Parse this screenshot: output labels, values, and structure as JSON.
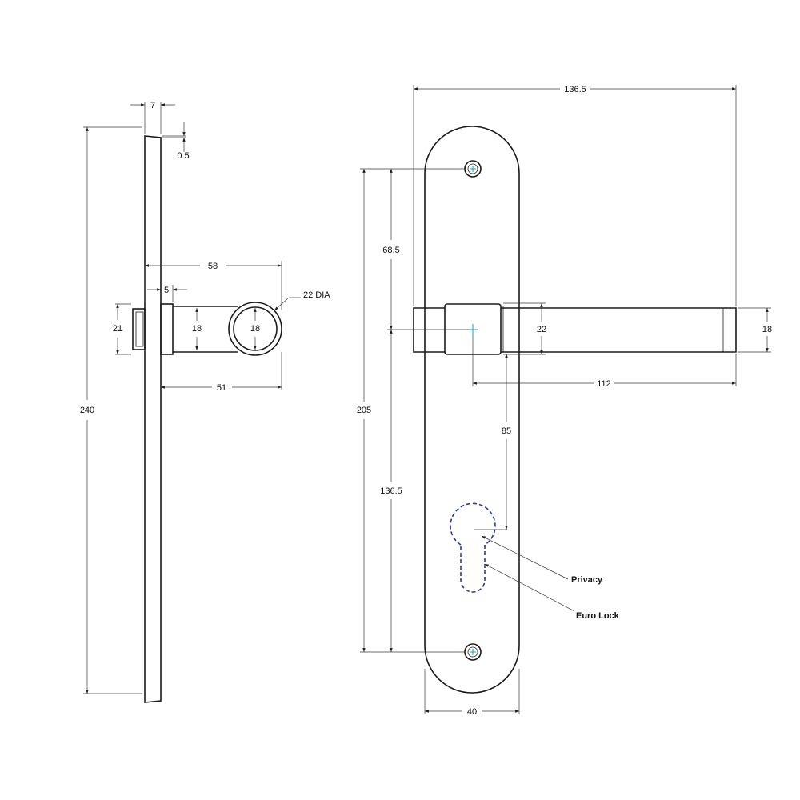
{
  "side_view": {
    "dims": {
      "plate_thickness": "7",
      "bevel": "0.5",
      "overall_height": "240",
      "projection": "58",
      "rose_thickness": "5",
      "rose_height": "21",
      "lever_section": "18",
      "lever_end_section": "18",
      "lever_diameter": "22 DIA",
      "lever_reach": "51"
    }
  },
  "front_view": {
    "dims": {
      "overall_width": "136.5",
      "upper_centers": "68.5",
      "fixing_centers": "205",
      "lower_centers": "136.5",
      "rose_diameter": "22",
      "lever_section": "18",
      "lever_length": "112",
      "backset": "85",
      "plate_width": "40"
    },
    "callouts": {
      "privacy": "Privacy",
      "euro_lock": "Euro Lock"
    },
    "colors": {
      "outline": "#1a1a1a",
      "hidden_cutout": "#2b3aa6",
      "center_mark": "#19a6a6"
    }
  }
}
